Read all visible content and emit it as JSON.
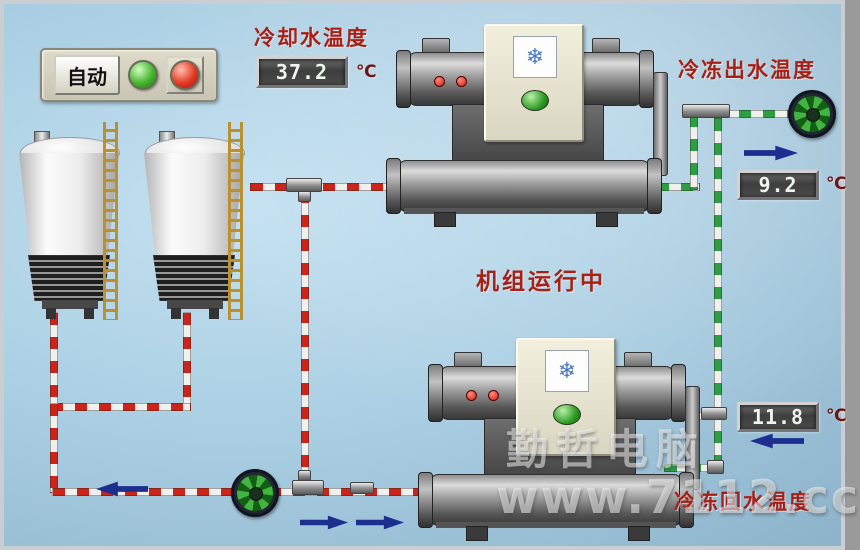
{
  "hmi": {
    "auto_button": "自动",
    "labels": {
      "cooling_water_temp": "冷却水温度",
      "chilled_outlet_temp": "冷冻出水温度",
      "chilled_return_temp": "冷冻回水温度",
      "unit_running": "机组运行中"
    },
    "readings": {
      "cooling_water": {
        "value": "37.2",
        "unit": "℃"
      },
      "chilled_outlet": {
        "value": "9.2",
        "unit": "℃"
      },
      "chilled_return": {
        "value": "11.8",
        "unit": "℃"
      }
    },
    "watermark": {
      "line1": "勤哲电脑",
      "line2": "www.7112.cc"
    },
    "icons": {
      "snowflake": "❄"
    },
    "colors": {
      "cooling-pipe": "#cc2418",
      "chilled-pipe": "#2e9e43",
      "arrow": "#1c2f8e",
      "label": "#a81f16"
    }
  }
}
